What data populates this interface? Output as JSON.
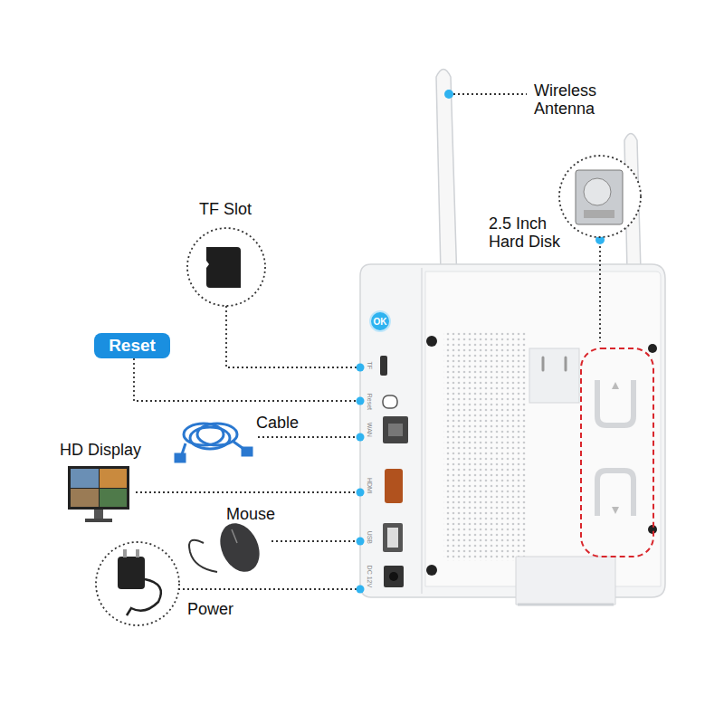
{
  "diagram": {
    "nodes": [
      {
        "text": [
          "Reset"
        ]
      },
      {
        "text": [
          "OK"
        ]
      }
    ],
    "labels": [
      "Wireless Antenna",
      "2.5 Inch Hard Disk",
      "TF Slot",
      "Cable",
      "HD Display",
      "Mouse",
      "Power",
      "TF",
      "Reset",
      "WAN",
      "HDMI",
      "USB",
      "DC 12V"
    ]
  }
}
